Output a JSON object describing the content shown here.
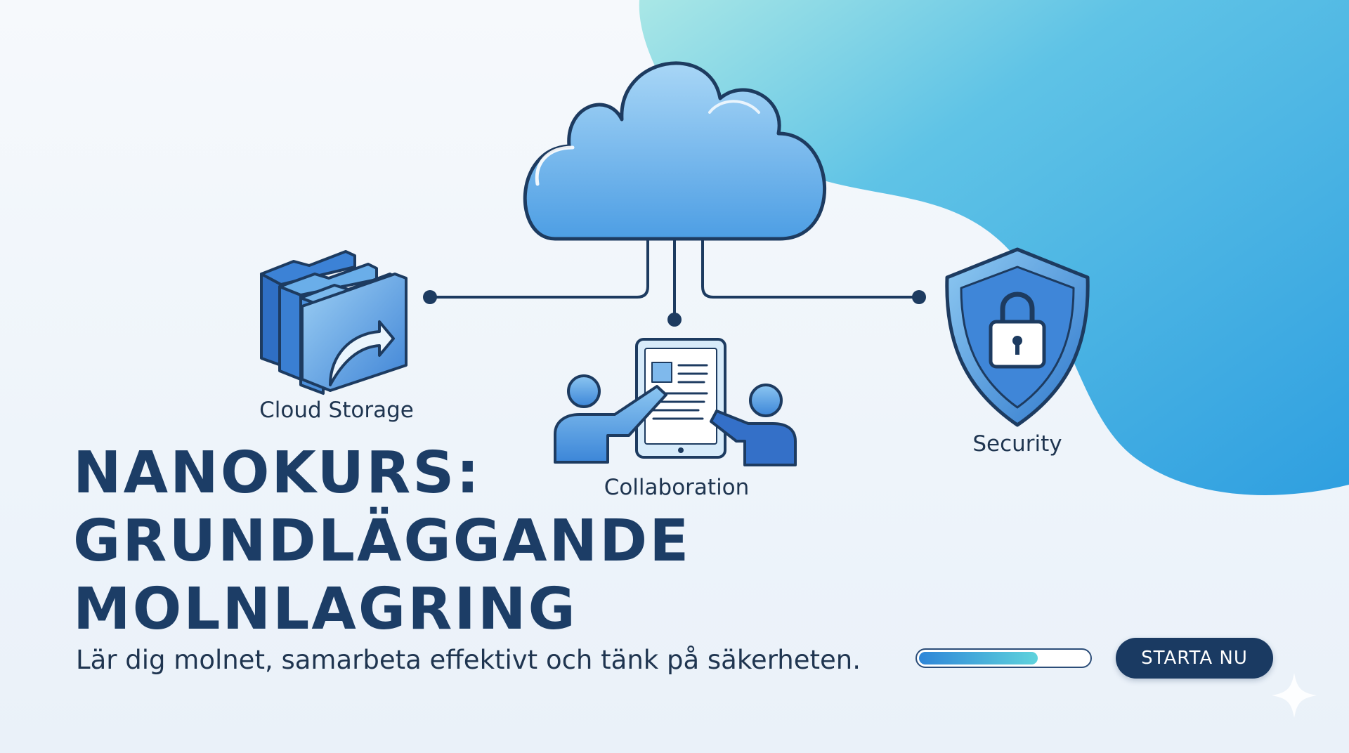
{
  "nodes": {
    "storage_label": "Cloud Storage",
    "collaboration_label": "Collaboration",
    "security_label": "Security"
  },
  "hero": {
    "title_line1": "NANOKURS:",
    "title_line2": "GRUNDLÄGGANDE",
    "title_line3": "MOLNLAGRING",
    "subtitle": "Lär dig molnet, samarbeta effektivt och tänk på säkerheten."
  },
  "progress": {
    "value": 0.7
  },
  "cta": {
    "label": "STARTA NU"
  },
  "icons": {
    "central": "cloud-icon",
    "storage": "folders-icon",
    "collaboration": "collaboration-tablet-icon",
    "security": "shield-lock-icon",
    "corner": "sparkle-icon"
  },
  "colors": {
    "title": "#1c3d66",
    "accent_dark": "#1a3a62",
    "cloud": "#6fb3ea",
    "blob": "#3ea9e3"
  }
}
